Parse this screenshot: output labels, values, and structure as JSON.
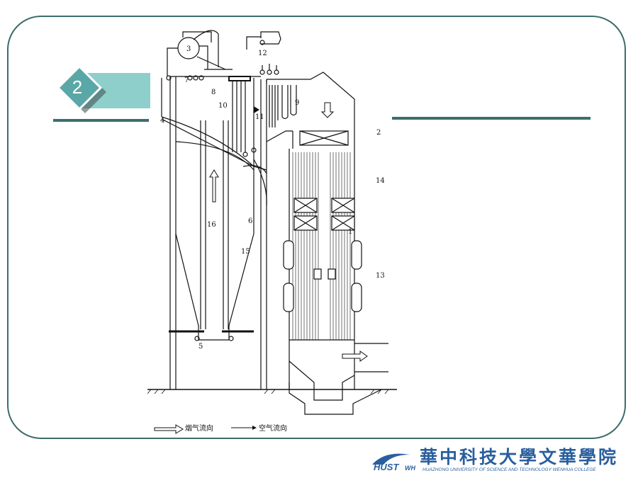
{
  "slide": {
    "section_number": "2",
    "colors": {
      "frame": "#3d6b6b",
      "accent": "#8ecfcc",
      "rule": "#3b6e6e",
      "logo": "#2a5f9e"
    }
  },
  "diagram": {
    "labels": {
      "l1": "1",
      "l2": "2",
      "l3": "3",
      "l4": "4",
      "l5": "5",
      "l6": "6",
      "l7": "7",
      "l8": "8",
      "l9": "9",
      "l10": "10",
      "l11": "11",
      "l12": "12",
      "l13": "13",
      "l14": "14",
      "l15": "15",
      "l16": "16"
    },
    "legend": {
      "flue_gas": "烟气流向",
      "air": "空气流向"
    }
  },
  "logo": {
    "abbr": "HUST",
    "wh": "WH",
    "chinese_name": "華中科技大學文華學院",
    "english_name": "HUAZHONG UNIVERSITY OF SCIENCE AND TECHNOLOGY WENHUA COLLEGE"
  }
}
